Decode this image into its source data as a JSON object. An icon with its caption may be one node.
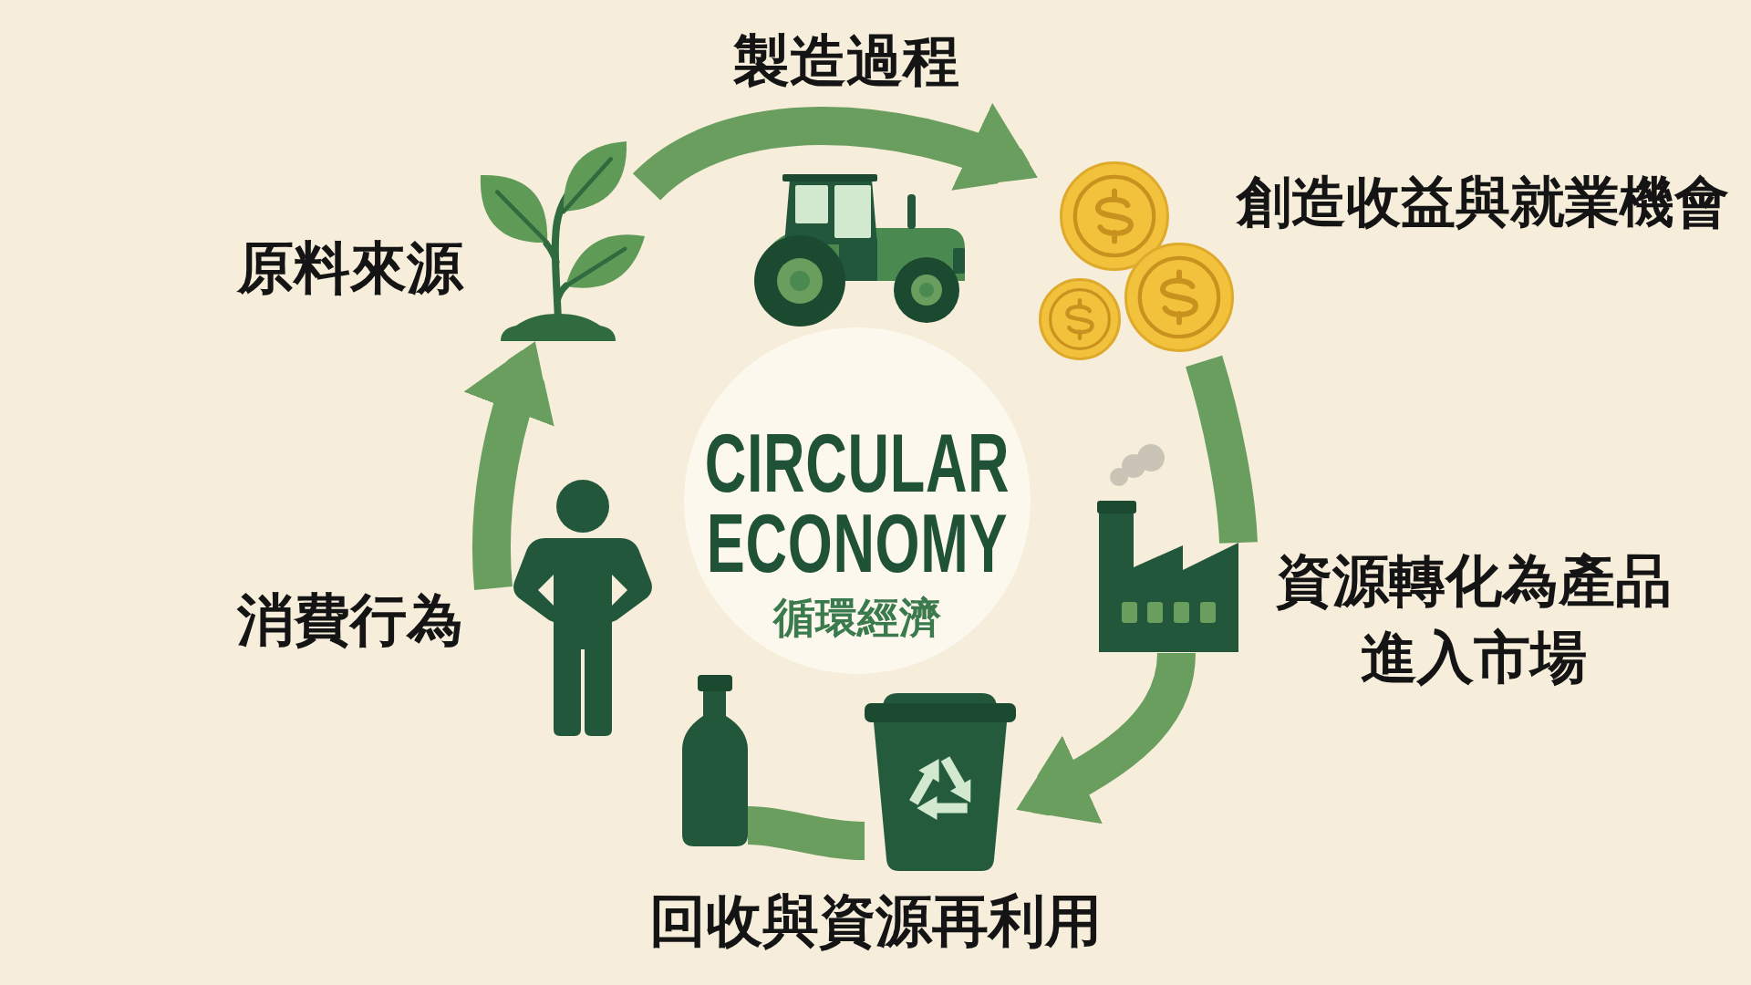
{
  "diagram": {
    "nodes": [
      {
        "text": [],
        "shape": "picture",
        "beside": [
          "原料來源"
        ]
      },
      {
        "text": [],
        "shape": "picture",
        "beside": [
          "創造收益與就業機會"
        ]
      },
      {
        "text": [],
        "shape": "picture",
        "beside": [
          "資源轉化為產品進入市場"
        ]
      },
      {
        "text": [],
        "shape": "picture",
        "beside": [
          "回收與資源再利用"
        ]
      },
      {
        "text": [],
        "shape": "picture"
      },
      {
        "text": [],
        "shape": "picture",
        "beside": [
          "消費行為"
        ]
      },
      {
        "text": [
          "CIRCULAR ECONOMY",
          "循環經濟"
        ]
      }
    ],
    "edges": [
      {
        "from": 0,
        "to": 1,
        "arrow": "to",
        "label": "製造過程"
      },
      {
        "from": 1,
        "to": 2,
        "arrow": "none"
      },
      {
        "from": 2,
        "to": 3,
        "arrow": "to"
      },
      {
        "from": 3,
        "to": 4,
        "arrow": "none"
      },
      {
        "from": 5,
        "to": 0,
        "arrow": "to"
      }
    ]
  }
}
